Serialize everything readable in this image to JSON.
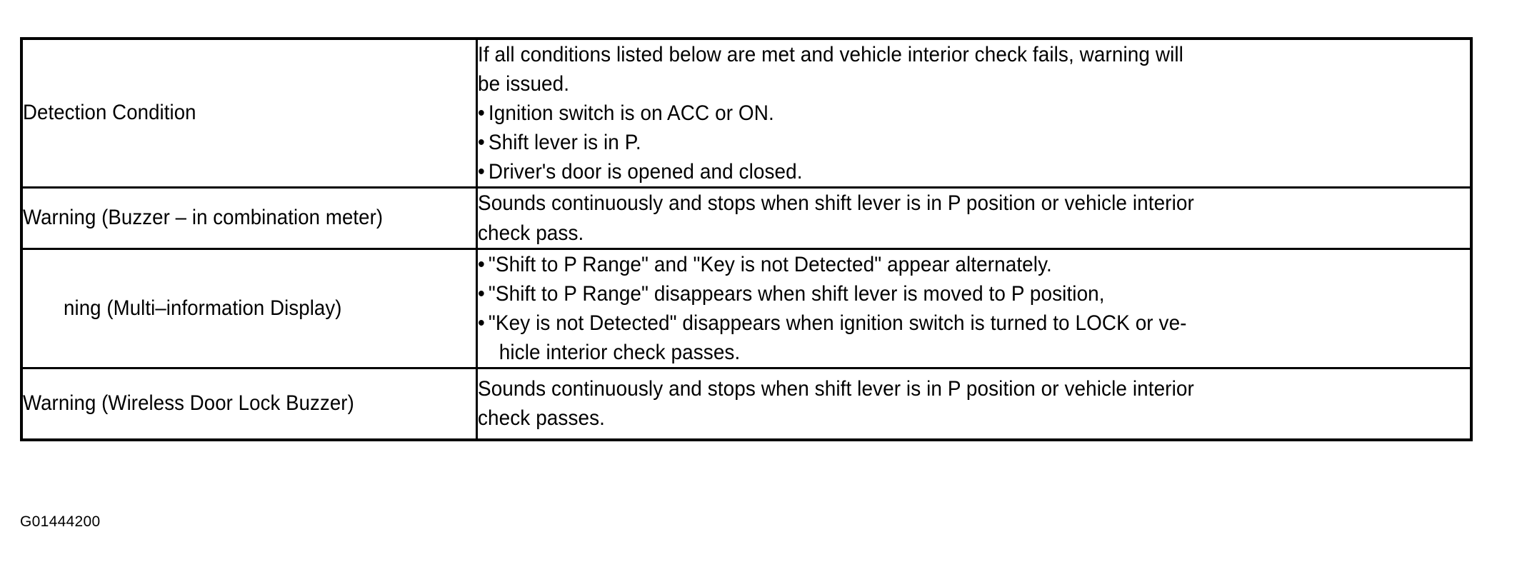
{
  "document": {
    "type": "service-manual-specification-table",
    "figure_code": "G01444200"
  },
  "table": {
    "rows": [
      {
        "label": "Detection Condition",
        "label_indented": false,
        "lines": [
          {
            "kind": "text",
            "text": "If all conditions listed below are met and vehicle interior check fails, warning will"
          },
          {
            "kind": "text",
            "text": "be issued."
          },
          {
            "kind": "bullet",
            "text": "Ignition switch is on ACC or ON."
          },
          {
            "kind": "bullet",
            "text": "Shift lever is in P."
          },
          {
            "kind": "bullet",
            "text": "Driver's door is opened and closed."
          }
        ]
      },
      {
        "label": "Warning (Buzzer – in combination meter)",
        "label_indented": false,
        "lines": [
          {
            "kind": "text",
            "text": "Sounds continuously and stops when shift lever is in P position or vehicle interior"
          },
          {
            "kind": "text",
            "text": "check pass."
          }
        ]
      },
      {
        "label": "ning (Multi–information Display)",
        "label_indented": true,
        "lines": [
          {
            "kind": "bullet",
            "text": "\"Shift to P Range\" and \"Key is not Detected\" appear alternately."
          },
          {
            "kind": "bullet",
            "text": "\"Shift to P Range\" disappears when shift lever is moved to P position,"
          },
          {
            "kind": "bullet",
            "text": "\"Key is not Detected\" disappears when ignition switch is turned to LOCK or ve-"
          },
          {
            "kind": "wrap",
            "text": "hicle interior check passes."
          }
        ]
      },
      {
        "label": "Warning (Wireless Door Lock Buzzer)",
        "label_indented": false,
        "lines": [
          {
            "kind": "text",
            "text": "Sounds continuously and stops when shift lever is in P position or vehicle interior"
          },
          {
            "kind": "text",
            "text": "check passes."
          }
        ]
      }
    ]
  },
  "colors": {
    "ink": "#000000",
    "paper": "#ffffff"
  }
}
